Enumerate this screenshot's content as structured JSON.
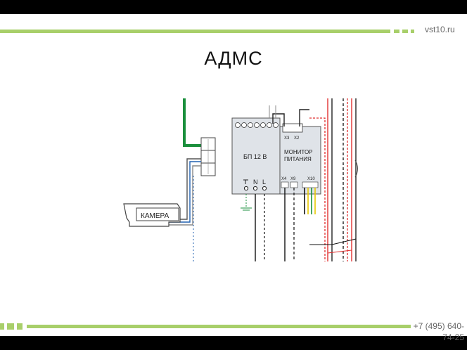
{
  "slide": {
    "title": "АДМС",
    "site": "vst10.ru",
    "phone": "+7 (495) 640-74-25"
  },
  "colors": {
    "accent_green": "#a8cf6a",
    "wire_green": "#1a8f3c",
    "wire_red": "#e03030",
    "wire_blue": "#2060b0",
    "wire_yellow": "#e8c800"
  },
  "diagram": {
    "power_supply": {
      "label": "БП 12 В",
      "n_label": "N",
      "l_label": "L"
    },
    "monitor": {
      "label_line1": "МОНИТОР",
      "label_line2": "ПИТАНИЯ",
      "x3": "X3",
      "x2": "X2",
      "x4": "X4",
      "x9": "X9",
      "x10": "X10"
    },
    "camera": {
      "label": "КАМЕРА"
    }
  }
}
